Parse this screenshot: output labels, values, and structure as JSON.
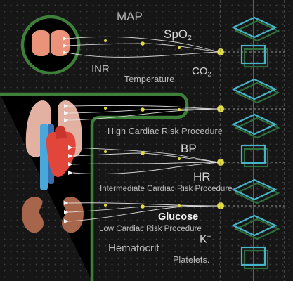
{
  "vitals": {
    "map": "MAP",
    "spo2_base": "SpO",
    "spo2_sub": "2",
    "inr": "INR",
    "temperature": "Temperature",
    "co2_base": "CO",
    "co2_sub": "2"
  },
  "risk": {
    "high": "High Cardiac Risk Procedure",
    "intermediate": "Intermediate Cardiac Risk Procedure",
    "low": "Low Cardiac Risk Procedure"
  },
  "measures": {
    "bp": "BP",
    "hr": "HR",
    "glucose": "Glucose",
    "potassium_base": "K",
    "potassium_sup": "+",
    "hematocrit": "Hematocrit",
    "platelets": "Platelets."
  },
  "colors": {
    "background": "#161616",
    "outline": "#3e7f3a",
    "wire": "#e4e4e4",
    "node": "#e3dc3d",
    "shape": "#47b5c9",
    "shape_shadow": "#2f6f3b",
    "brain": "#ea937a",
    "lung": "#e2b1a1",
    "heart": "#e2463a",
    "artery": "#4aa7dc",
    "kidney": "#a7654b"
  }
}
